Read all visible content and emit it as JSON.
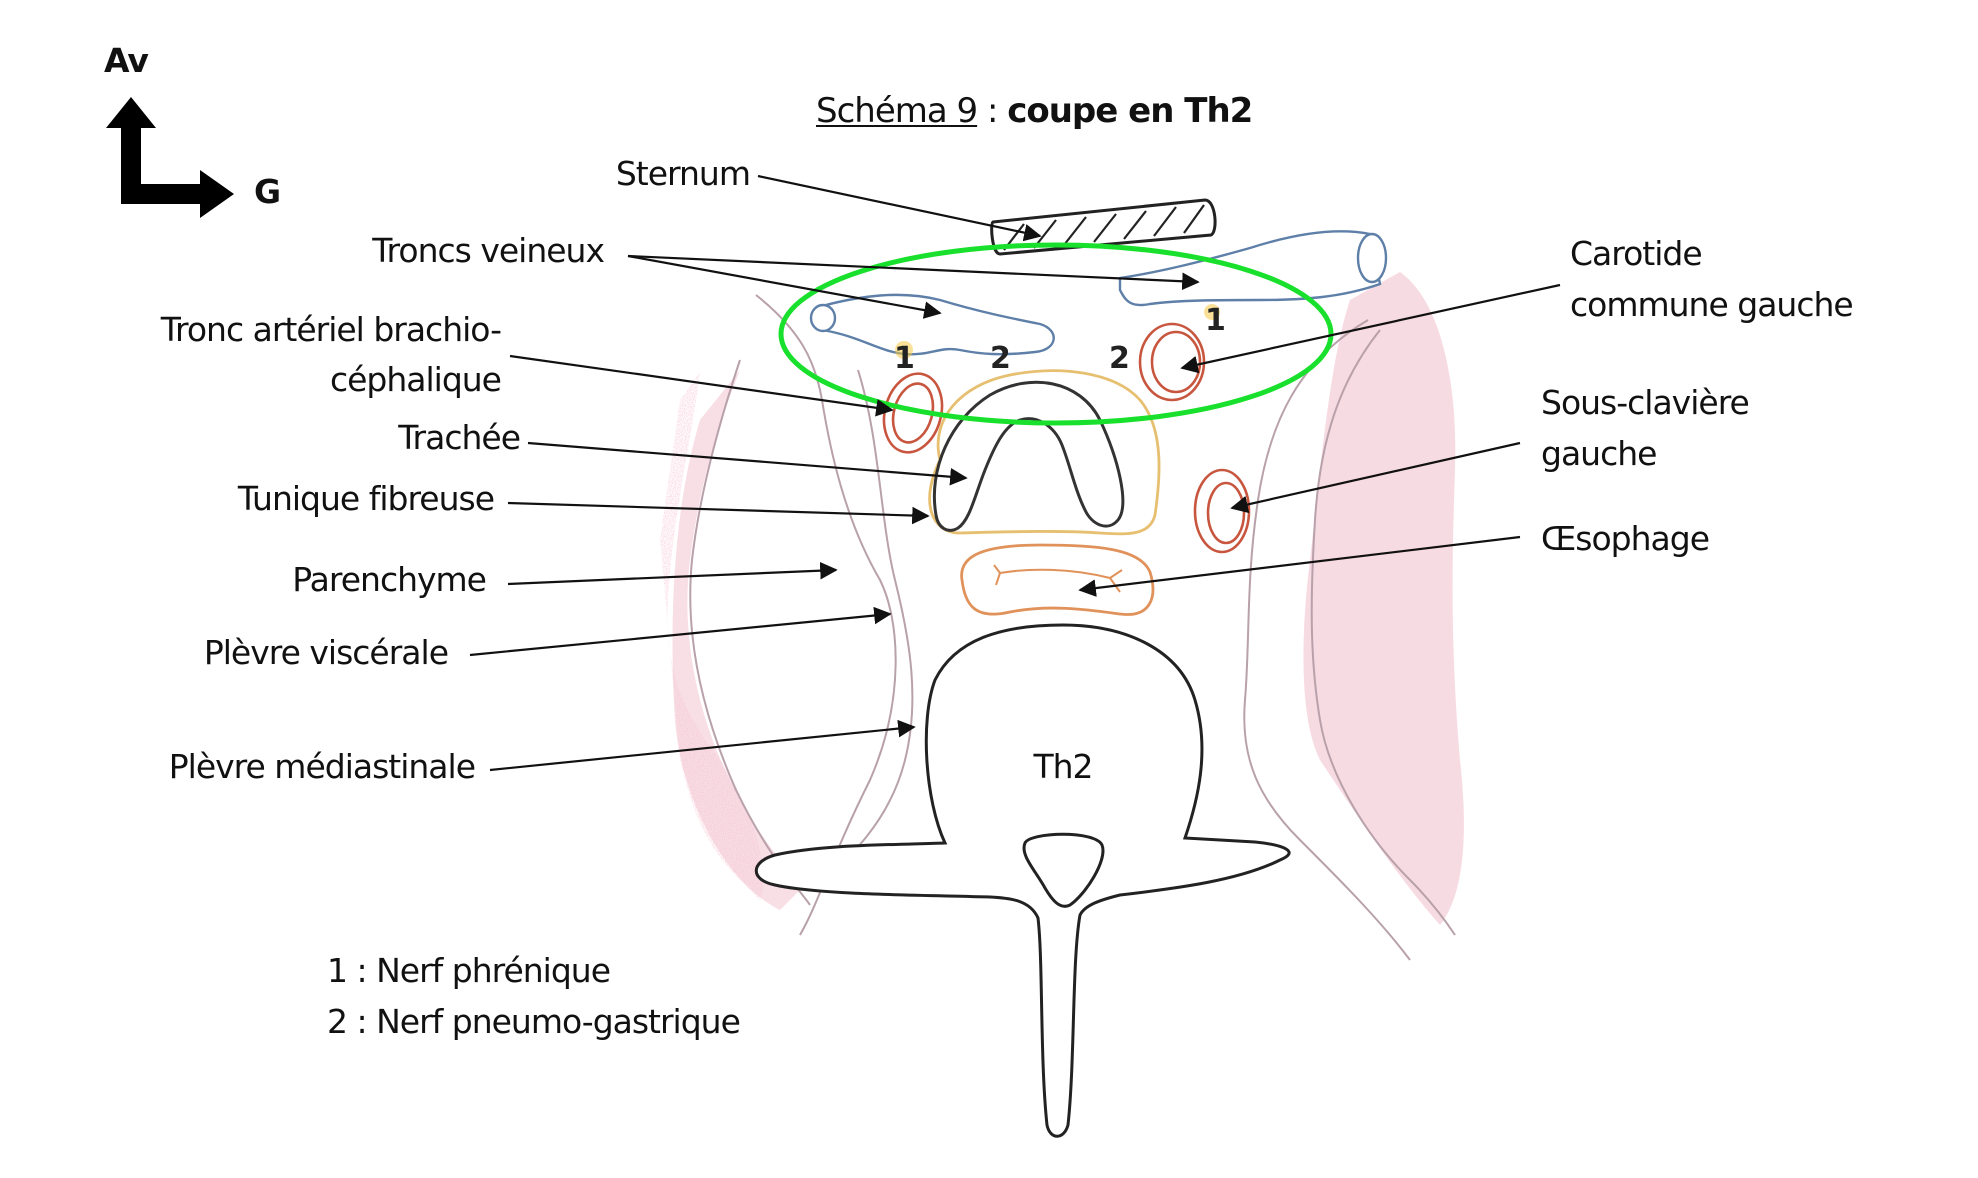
{
  "orientation": {
    "anterior_label": "Av",
    "left_label": "G"
  },
  "title": {
    "prefix": "Schéma 9",
    "separator": " : ",
    "main": "coupe en Th2"
  },
  "labels_left": {
    "sternum": "Sternum",
    "troncs_veineux": "Troncs veineux",
    "tronc_arteriel_line1": "Tronc artériel brachio-",
    "tronc_arteriel_line2": "céphalique",
    "trachee": "Trachée",
    "tunique_fibreuse": "Tunique fibreuse",
    "parenchyme": "Parenchyme",
    "plevre_viscerale": "Plèvre viscérale",
    "plevre_mediastinale": "Plèvre médiastinale"
  },
  "labels_right": {
    "carotide_line1": "Carotide",
    "carotide_line2": "commune gauche",
    "sous_claviere_line1": "Sous-clavière",
    "sous_claviere_line2": "gauche",
    "oesophage": "Œsophage"
  },
  "vertebra_label": "Th2",
  "nerve_markers": {
    "left_phrenic": "1",
    "left_vagus": "2",
    "right_vagus": "2",
    "right_phrenic": "1"
  },
  "legend": [
    "1 : Nerf phrénique",
    "2 : Nerf pneumo-gastrique"
  ],
  "colors": {
    "highlight": "#19e02c",
    "artery": "#c8563e",
    "vein": "#5d7fa8",
    "trachea_fibrous": "#e6c070",
    "esophagus": "#e0925a",
    "lung_parenchyma": "#f2c3cf",
    "pleura": "#b8a1aa"
  }
}
